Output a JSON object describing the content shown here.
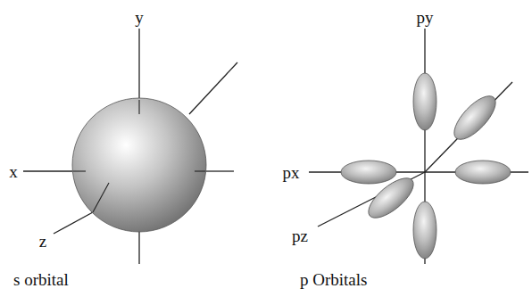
{
  "diagram": {
    "labels": [
      "y",
      "x",
      "z",
      "s orbital",
      "py",
      "px",
      "pz",
      "p Orbitals"
    ]
  }
}
